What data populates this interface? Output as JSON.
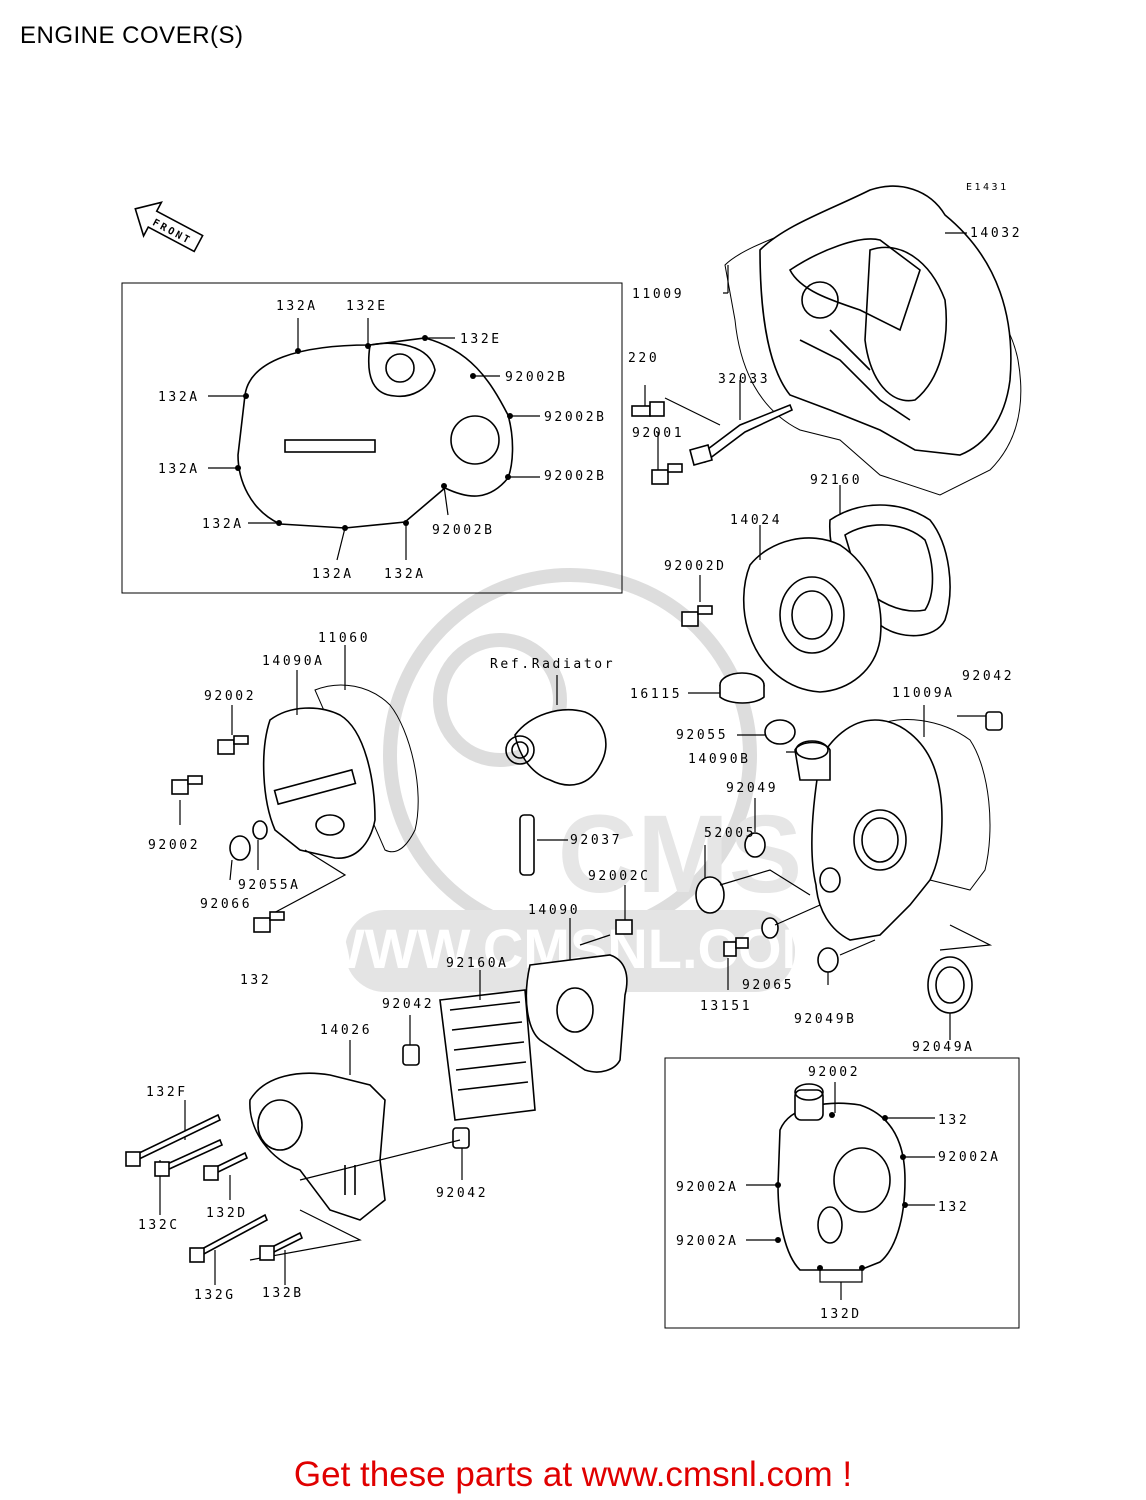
{
  "title": "ENGINE COVER(S)",
  "diagram_code": "E1431",
  "front_label": "FRONT",
  "ref_radiator": "Ref.Radiator",
  "watermark": {
    "brand": "CMS",
    "url": "WWW.CMSNL.COM"
  },
  "promo": "Get these parts at www.cmsnl.com !",
  "labels": {
    "l14032": "14032",
    "l11009": "11009",
    "l220": "220",
    "l32033": "32033",
    "l92001": "92001",
    "l92160": "92160",
    "l14024": "14024",
    "l92002D": "92002D",
    "l132A_1": "132A",
    "l132E_1": "132E",
    "l132E_2": "132E",
    "l92002B_1": "92002B",
    "l132A_2": "132A",
    "l92002B_2": "92002B",
    "l132A_3": "132A",
    "l92002B_3": "92002B",
    "l132A_4": "132A",
    "l92002B_4": "92002B",
    "l132A_5": "132A",
    "l132A_6": "132A",
    "l11060": "11060",
    "l14090A": "14090A",
    "l92002_1": "92002",
    "l92002_2": "92002",
    "l92066": "92066",
    "l92055A": "92055A",
    "l132_1": "132",
    "l16115": "16115",
    "l92055": "92055",
    "l11009A": "11009A",
    "l92042_1": "92042",
    "l14090B": "14090B",
    "l92049": "92049",
    "l52005": "52005",
    "l92037": "92037",
    "l92002C": "92002C",
    "l14090": "14090",
    "l92160A": "92160A",
    "l92065": "92065",
    "l13151": "13151",
    "l92049B": "92049B",
    "l92049A": "92049A",
    "l92042_2": "92042",
    "l14026": "14026",
    "l132F": "132F",
    "l132C": "132C",
    "l132D_1": "132D",
    "l92042_3": "92042",
    "l132G": "132G",
    "l132B": "132B",
    "l92002_3": "92002",
    "l132_2": "132",
    "l92002A_1": "92002A",
    "l92002A_2": "92002A",
    "l132_3": "132",
    "l92002A_3": "92002A",
    "l132D_2": "132D"
  }
}
